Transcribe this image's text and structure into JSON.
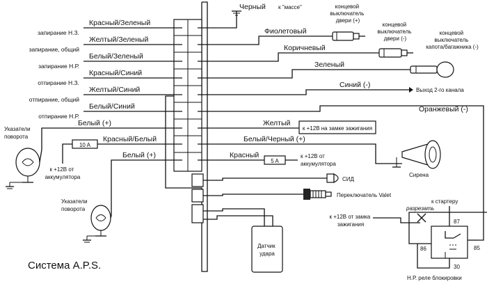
{
  "left_functions": [
    "запирание Н.З.",
    "запирание, общий",
    "запирание Н.Р.",
    "отпирание Н.З.",
    "отпирание, общий",
    "отпирание Н.Р."
  ],
  "left_wires": [
    "Красный/Зеленый",
    "Желтый/Зеленый",
    "Белый/Зеленый",
    "Красный/Синий",
    "Желтый/Синий",
    "Белый/Синий"
  ],
  "lower_left_wires": [
    "Белый (+)",
    "Красный/Белый",
    "Белый (+)"
  ],
  "right_wires": {
    "black": "Черный",
    "violet": "Фиолетовый",
    "brown": "Коричневый",
    "green": "Зеленый",
    "blue": "Синий (-)",
    "orange": "Оранжевый (-)",
    "yellow": "Желтый",
    "white_black": "Белый/Черный (+)",
    "red": "Красный"
  },
  "labels": {
    "ground": "к \"массе\"",
    "door_switch_plus": [
      "концевой",
      "выключатель",
      "двери (+)"
    ],
    "door_switch_minus": [
      "концевой",
      "выключатель",
      "двери (-)"
    ],
    "hood_switch": [
      "концевой",
      "выключатель",
      "капота/багажника (-)"
    ],
    "channel2": "Выход 2-го канала",
    "ignition_12v": "к +12В на замке зажигания",
    "battery_12v_right": [
      "к +12В от",
      "аккумулятора"
    ],
    "siren": "Сирена",
    "led": "СИД",
    "valet": "Переключатель Valet",
    "shock_sensor": [
      "Датчик",
      "удара"
    ],
    "turn_signals_top": [
      "Указатели",
      "поворота"
    ],
    "turn_signals_bottom": [
      "Указатели",
      "поворота"
    ],
    "battery_12v_left": [
      "к +12В от",
      "аккумулятора"
    ],
    "to_starter": "к стартеру",
    "cut": "разрезать",
    "ignition_lock": [
      "к +12В от замка",
      "зажигания"
    ],
    "relay_caption": "Н.Р. реле блокировки",
    "title": "Система A.P.S."
  },
  "fuses": {
    "left": "10 A",
    "right": "5 A"
  },
  "relay_pins": {
    "p87": "87",
    "p86": "86",
    "p85": "85",
    "p30": "30"
  }
}
